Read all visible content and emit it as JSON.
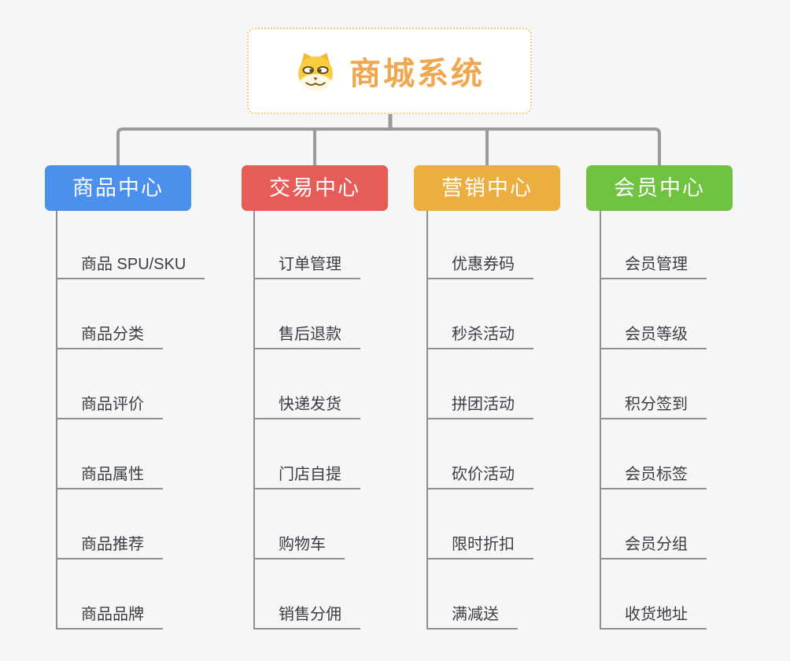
{
  "background_color": "#F6F6F6",
  "connector_color": "#9A9A9A",
  "root": {
    "title": "商城系统",
    "title_color": "#F0A850",
    "border_color": "#F7CA7E",
    "icon": "dog-face-icon"
  },
  "branches": [
    {
      "id": "product-center",
      "label": "商品中心",
      "color": "#4A90EC",
      "items": [
        "商品 SPU/SKU",
        "商品分类",
        "商品评价",
        "商品属性",
        "商品推荐",
        "商品品牌"
      ]
    },
    {
      "id": "trade-center",
      "label": "交易中心",
      "color": "#E65C59",
      "items": [
        "订单管理",
        "售后退款",
        "快递发货",
        "门店自提",
        "购物车",
        "销售分佣"
      ]
    },
    {
      "id": "marketing-center",
      "label": "营销中心",
      "color": "#EDAE40",
      "items": [
        "优惠券码",
        "秒杀活动",
        "拼团活动",
        "砍价活动",
        "限时折扣",
        "满减送"
      ]
    },
    {
      "id": "member-center",
      "label": "会员中心",
      "color": "#70C341",
      "items": [
        "会员管理",
        "会员等级",
        "积分签到",
        "会员标签",
        "会员分组",
        "收货地址"
      ]
    }
  ]
}
